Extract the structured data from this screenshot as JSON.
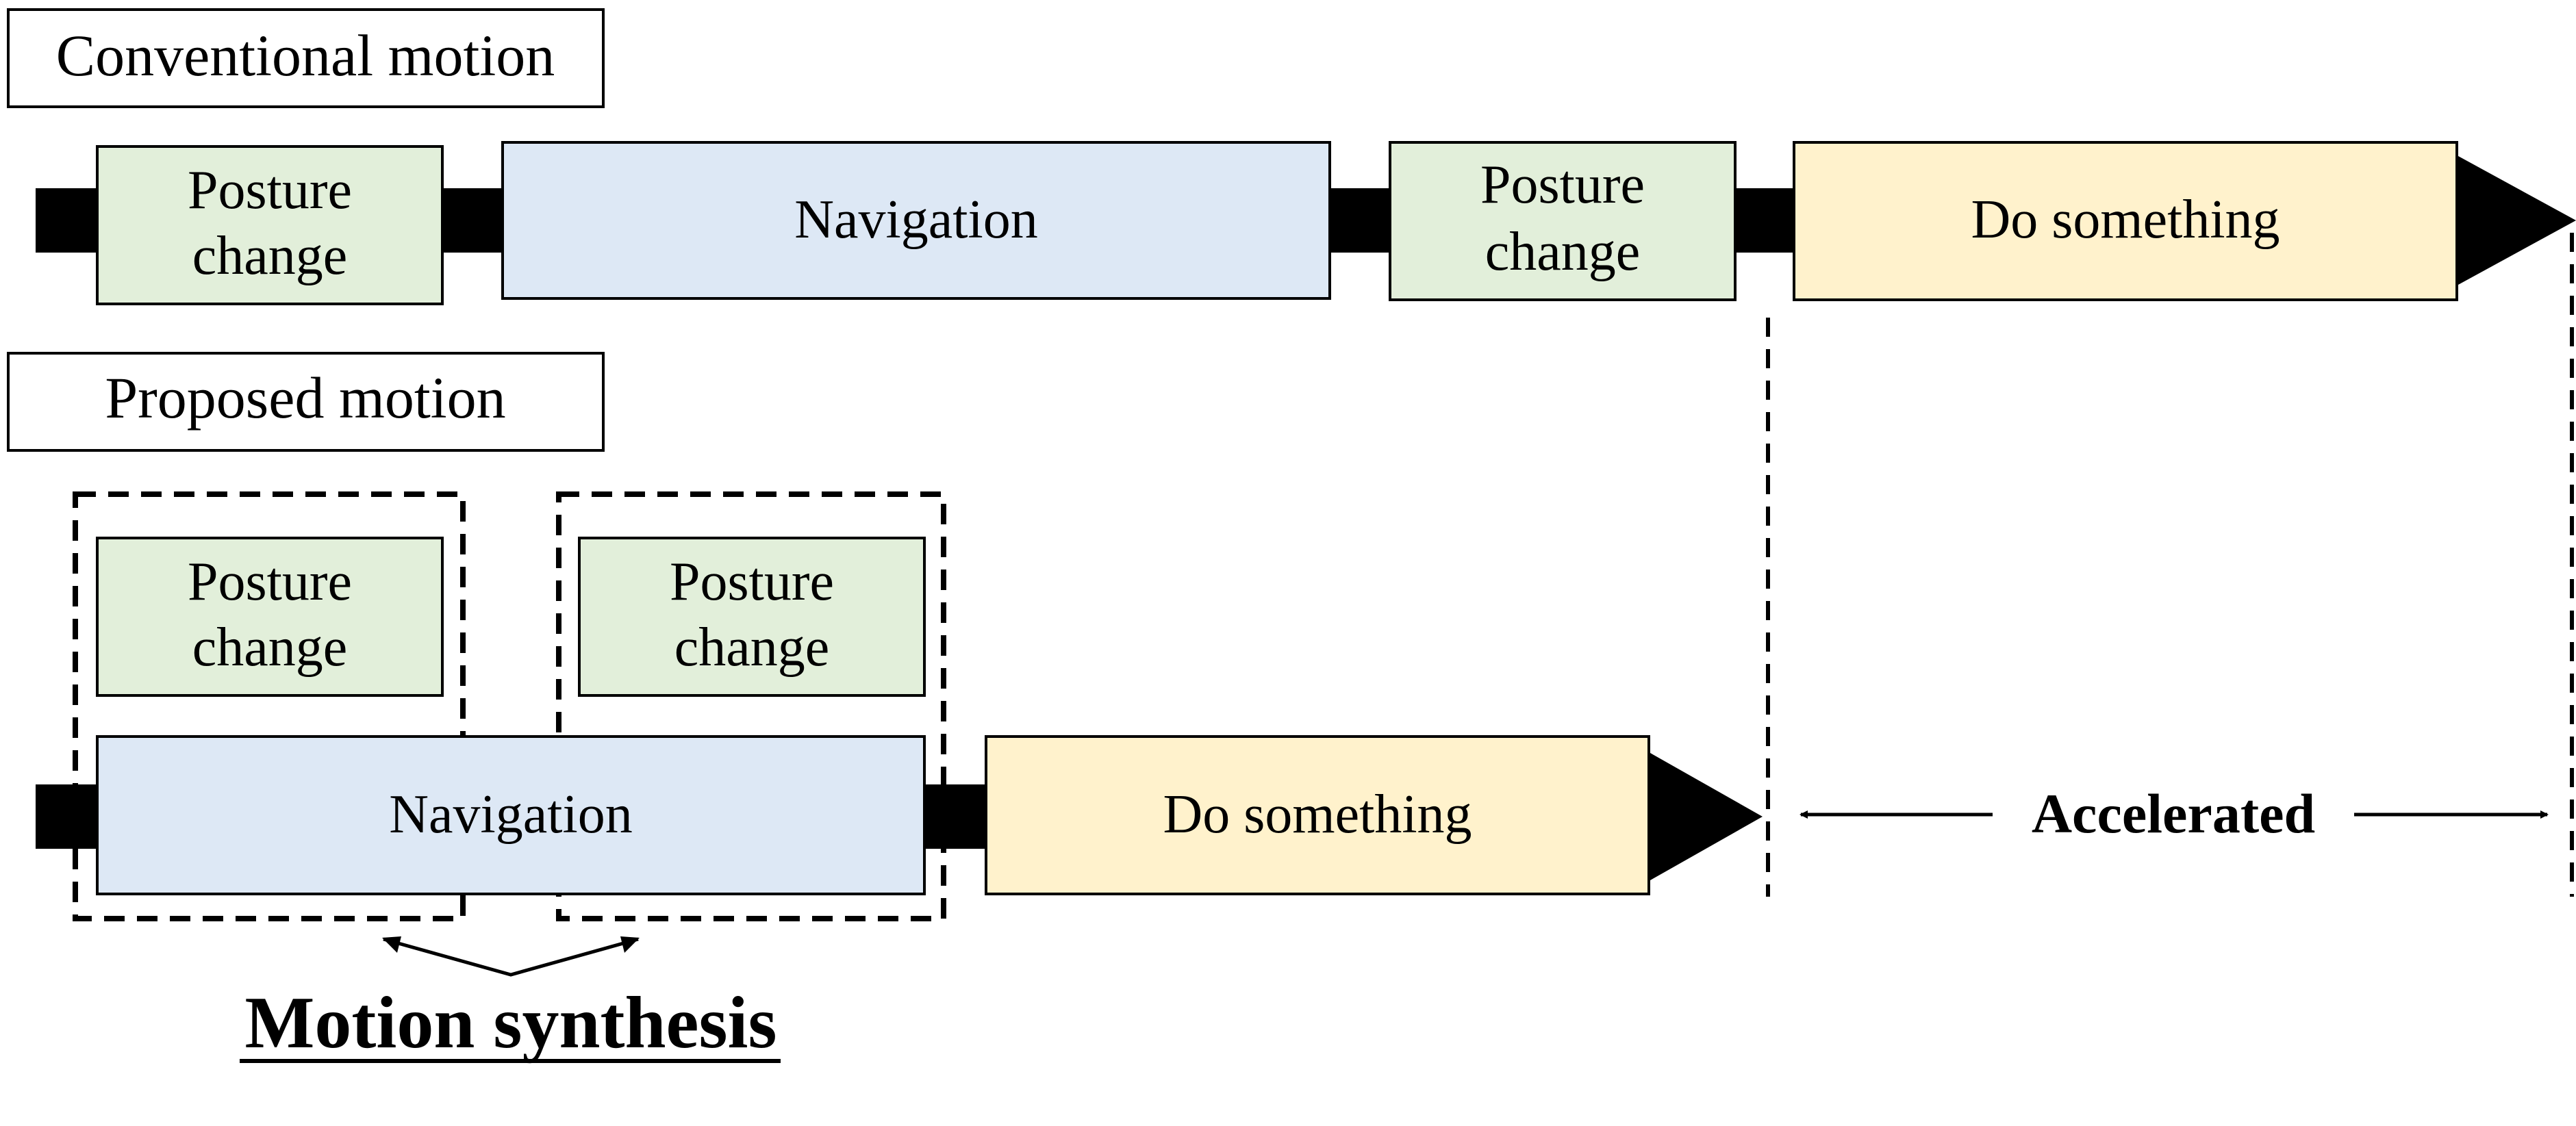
{
  "conventional": {
    "label": "Conventional motion",
    "blocks": {
      "posture1": [
        "Posture",
        "change"
      ],
      "navigation": "Navigation",
      "posture2": [
        "Posture",
        "change"
      ],
      "do_something": "Do something"
    }
  },
  "proposed": {
    "label": "Proposed motion",
    "blocks": {
      "posture1": [
        "Posture",
        "change"
      ],
      "posture2": [
        "Posture",
        "change"
      ],
      "navigation": "Navigation",
      "do_something": "Do something"
    }
  },
  "accelerated_label": "Accelerated",
  "motion_synthesis_label": "Motion synthesis",
  "colors": {
    "posture_fill": "#e2efda",
    "navigation_fill": "#dde8f5",
    "do_something_fill": "#fff2cc",
    "timeline": "#000000",
    "outline": "#000000"
  }
}
